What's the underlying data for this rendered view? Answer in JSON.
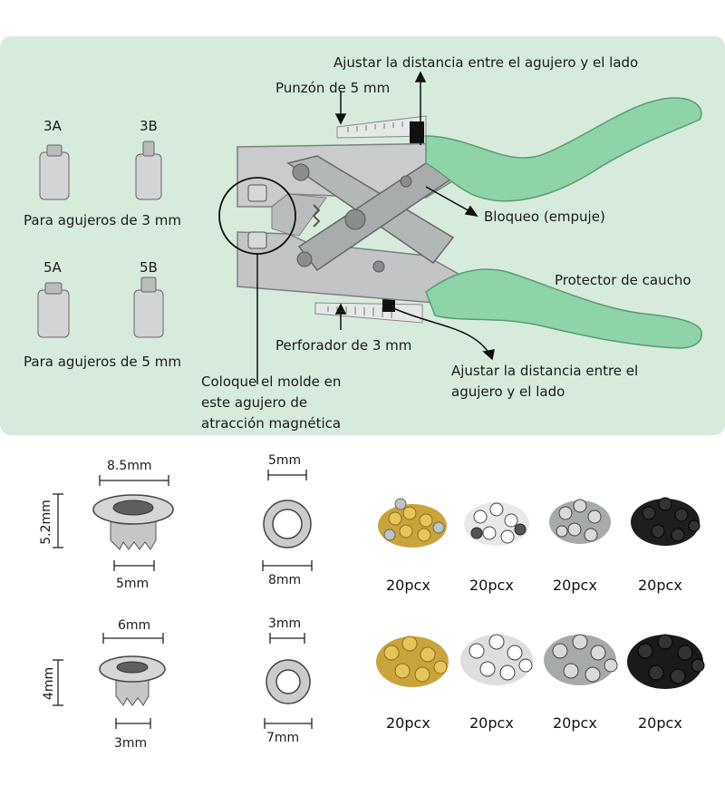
{
  "tool": {
    "labels": {
      "adjust_top": "Ajustar la distancia entre el agujero y el lado",
      "punch_5mm": "Punzón de 5 mm",
      "lock": "Bloqueo (empuje)",
      "rubber": "Protector de caucho",
      "perforator_3mm": "Perforador de 3 mm",
      "adjust_bottom": "Ajustar la distancia entre el agujero y el lado",
      "magnet": "Coloque el molde en este agujero de atracción magnética"
    },
    "dies": {
      "d3a": "3A",
      "d3b": "3B",
      "for_3mm": "Para agujeros de 3 mm",
      "d5a": "5A",
      "d5b": "5B",
      "for_5mm": "Para agujeros de 5 mm"
    },
    "colors": {
      "panel": "#d7ebdc",
      "handle": "#8fd3a8",
      "metal": "#c9cbcc"
    }
  },
  "specs": {
    "large": {
      "outer_width": "8.5mm",
      "height": "5.2mm",
      "inner": "5mm",
      "washer_inner": "5mm",
      "washer_outer": "8mm"
    },
    "small": {
      "outer_width": "6mm",
      "height": "4mm",
      "inner": "3mm",
      "washer_inner": "3mm",
      "washer_outer": "7mm"
    }
  },
  "packs": {
    "row1": [
      "20pcx",
      "20pcx",
      "20pcx",
      "20pcx"
    ],
    "row2": [
      "20pcx",
      "20pcx",
      "20pcx",
      "20pcx"
    ],
    "colors": [
      "gold",
      "white",
      "silver",
      "black"
    ]
  }
}
